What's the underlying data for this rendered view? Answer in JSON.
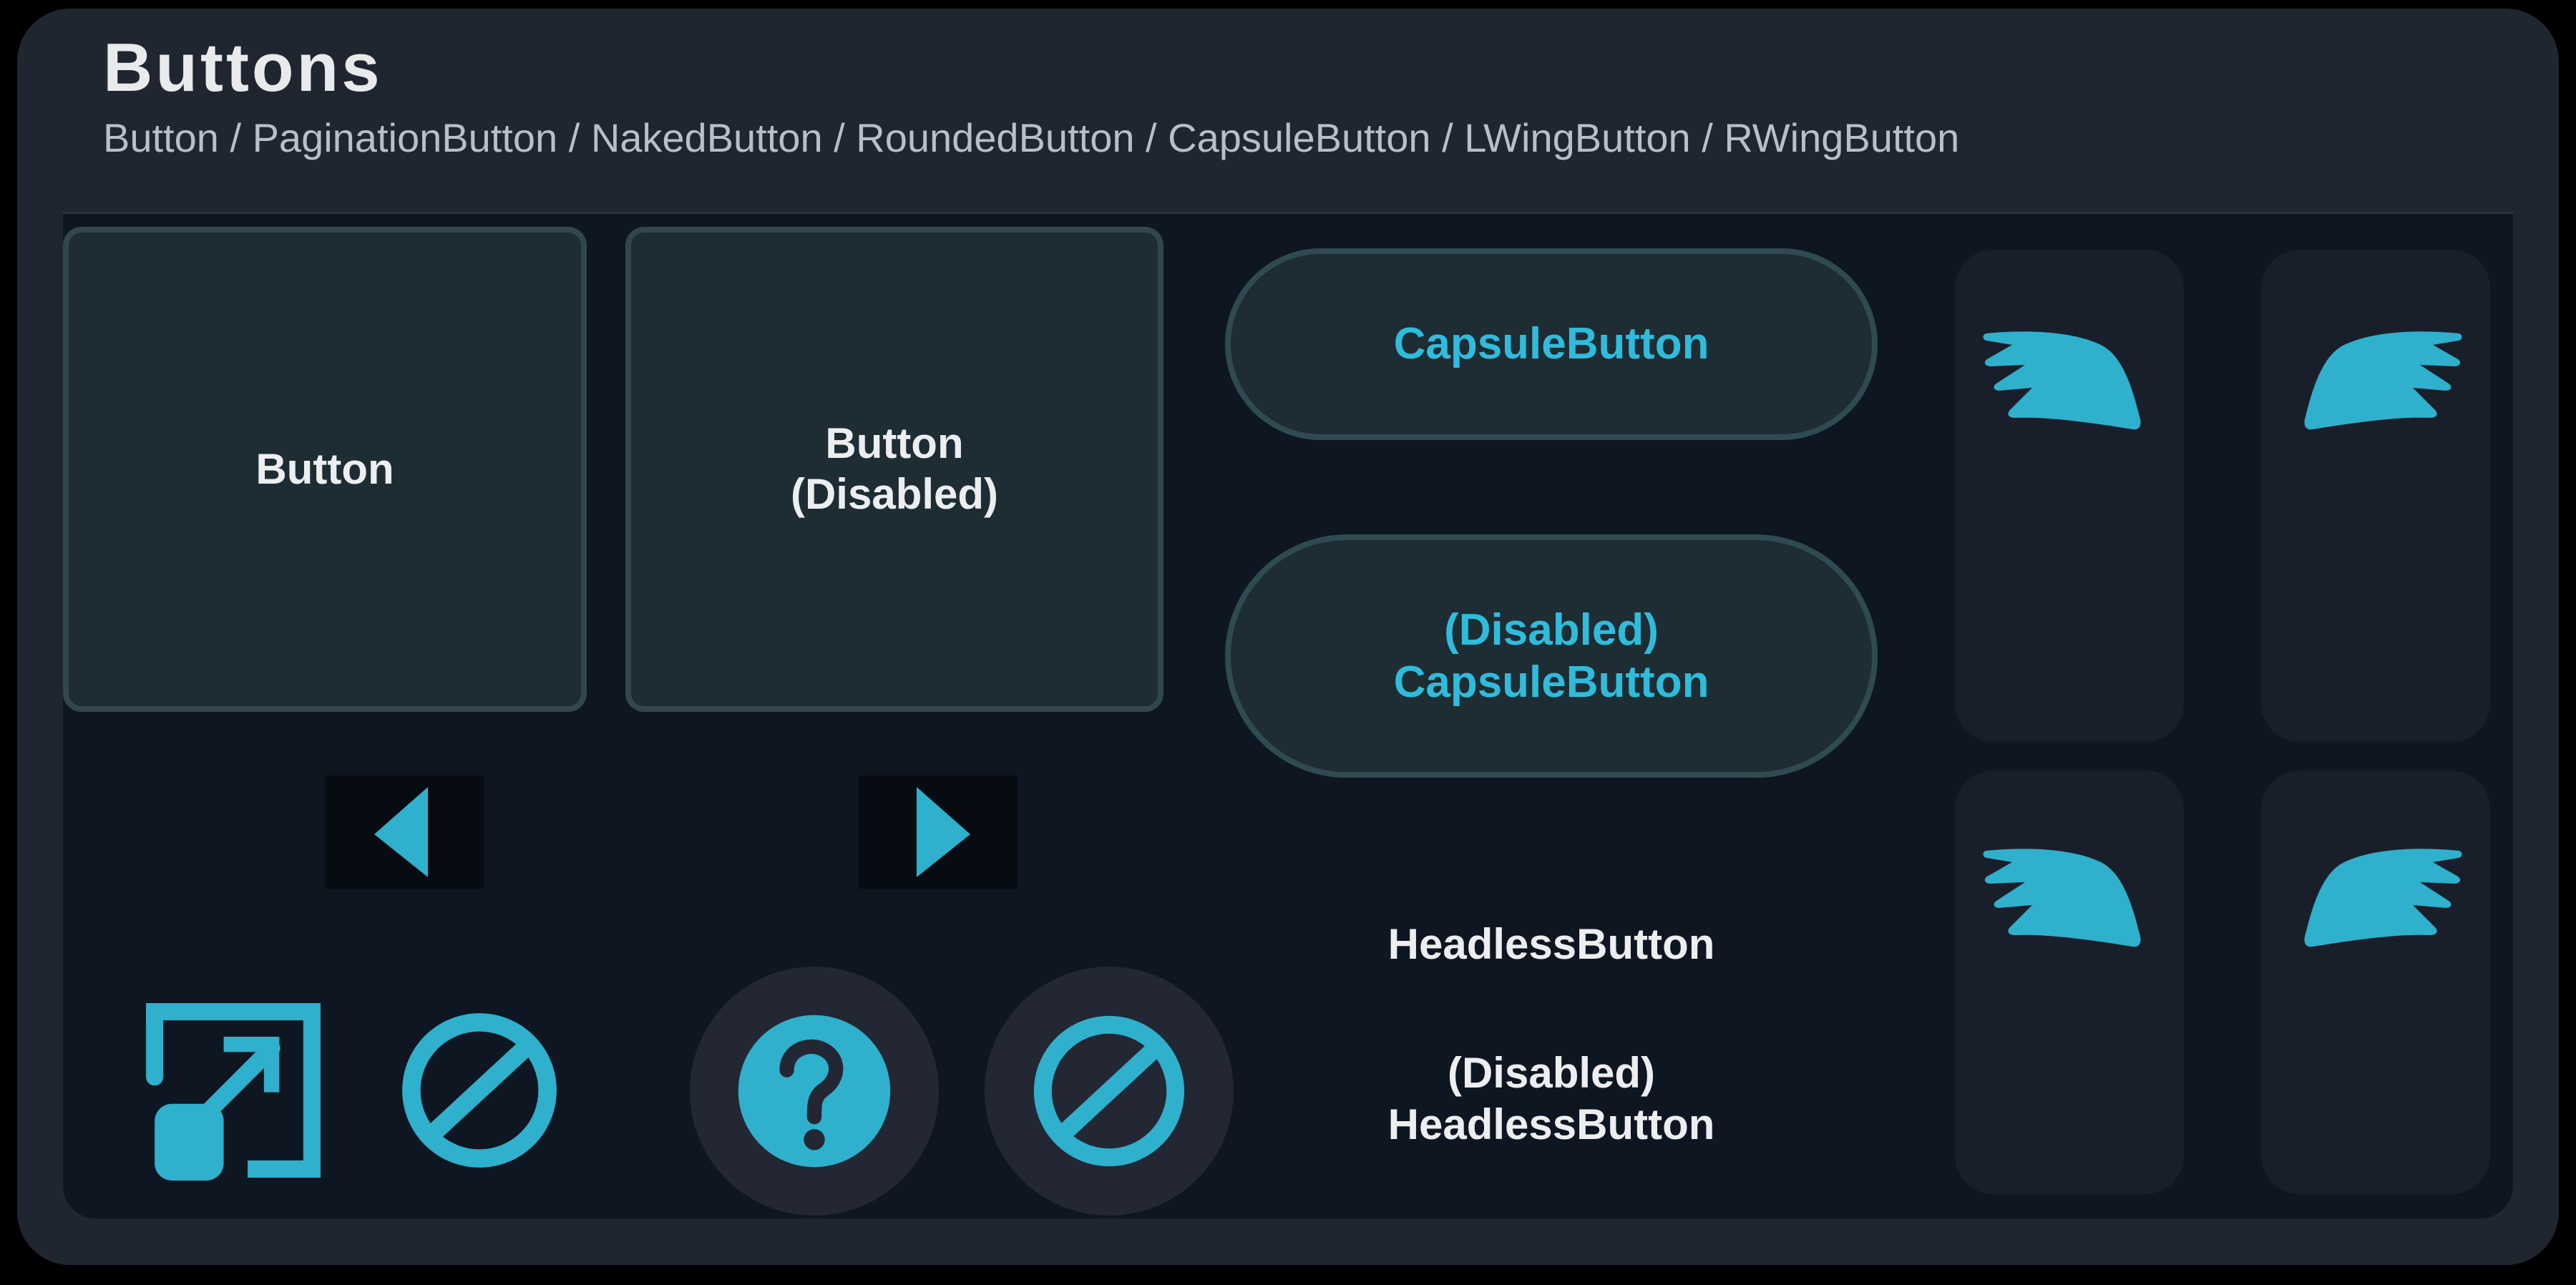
{
  "panel": {
    "title": "Buttons",
    "subtitle": "Button / PaginationButton / NakedButton / RoundedButton / CapsuleButton / LWingButton / RWingButton"
  },
  "colors": {
    "accent_cyan": "#2fbcdc",
    "panel_frame": "#20262f",
    "content_background": "#0e1621",
    "button_fill": "#1d2d33",
    "button_border": "#31474d",
    "capsule_border": "#2f4a50",
    "wing_button_fill": "#191f2a",
    "round_button_fill": "#232733",
    "pagination_fill": "#070c12",
    "title_text": "#e9eaec",
    "subtitle_text": "#b9bfc8"
  },
  "buttons": {
    "standard": [
      {
        "label": "Button",
        "state": "enabled"
      },
      {
        "label": "Button\n(Disabled)",
        "state": "disabled"
      }
    ],
    "capsule": [
      {
        "label": "CapsuleButton",
        "state": "enabled"
      },
      {
        "label": "(Disabled)\nCapsuleButton",
        "state": "disabled"
      }
    ],
    "headless": [
      {
        "label": "HeadlessButton",
        "state": "enabled"
      },
      {
        "label": "(Disabled)\nHeadlessButton",
        "state": "disabled"
      }
    ],
    "pagination": [
      {
        "icon": "triangle-left-icon",
        "direction": "previous"
      },
      {
        "icon": "triangle-right-icon",
        "direction": "next"
      }
    ],
    "naked": [
      {
        "icon": "expand-external-link-icon"
      },
      {
        "icon": "blocked-icon"
      }
    ],
    "rounded": [
      {
        "icon": "question-mark-icon"
      },
      {
        "icon": "blocked-icon"
      }
    ],
    "wing": [
      {
        "icon": "left-wing-icon",
        "type": "LWingButton",
        "row": 1
      },
      {
        "icon": "right-wing-icon",
        "type": "RWingButton",
        "row": 1
      },
      {
        "icon": "left-wing-icon",
        "type": "LWingButton",
        "row": 2
      },
      {
        "icon": "right-wing-icon",
        "type": "RWingButton",
        "row": 2
      }
    ]
  }
}
